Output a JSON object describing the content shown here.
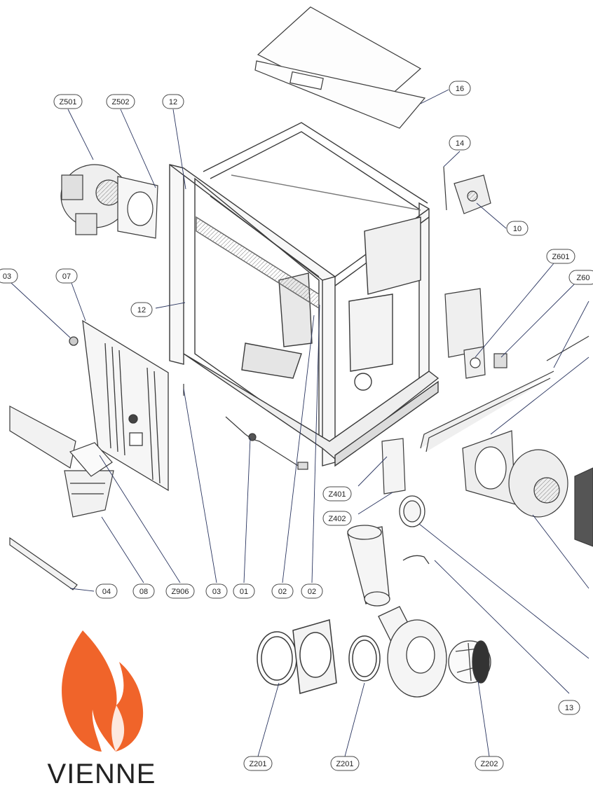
{
  "brand": {
    "name": "VIENNE",
    "flame_color": "#f0642a",
    "flame_highlight": "#f7a05a"
  },
  "callouts": [
    {
      "id": "z501",
      "label": "Z501"
    },
    {
      "id": "z502",
      "label": "Z502"
    },
    {
      "id": "12a",
      "label": "12"
    },
    {
      "id": "12b",
      "label": "12"
    },
    {
      "id": "16",
      "label": "16"
    },
    {
      "id": "14",
      "label": "14"
    },
    {
      "id": "10",
      "label": "10"
    },
    {
      "id": "z601",
      "label": "Z601"
    },
    {
      "id": "z60x",
      "label": "Z60"
    },
    {
      "id": "03a",
      "label": "03"
    },
    {
      "id": "07",
      "label": "07"
    },
    {
      "id": "z401",
      "label": "Z401"
    },
    {
      "id": "z402",
      "label": "Z402"
    },
    {
      "id": "04",
      "label": "04"
    },
    {
      "id": "08",
      "label": "08"
    },
    {
      "id": "z906",
      "label": "Z906"
    },
    {
      "id": "03b",
      "label": "03"
    },
    {
      "id": "01",
      "label": "01"
    },
    {
      "id": "02a",
      "label": "02"
    },
    {
      "id": "02b",
      "label": "02"
    },
    {
      "id": "13",
      "label": "13"
    },
    {
      "id": "z201a",
      "label": "Z201"
    },
    {
      "id": "z201b",
      "label": "Z201"
    },
    {
      "id": "z202",
      "label": "Z202"
    }
  ],
  "colors": {
    "line": "#3a3a3a",
    "callout_stroke": "#4a4a4a",
    "leader": "#2a3560"
  }
}
